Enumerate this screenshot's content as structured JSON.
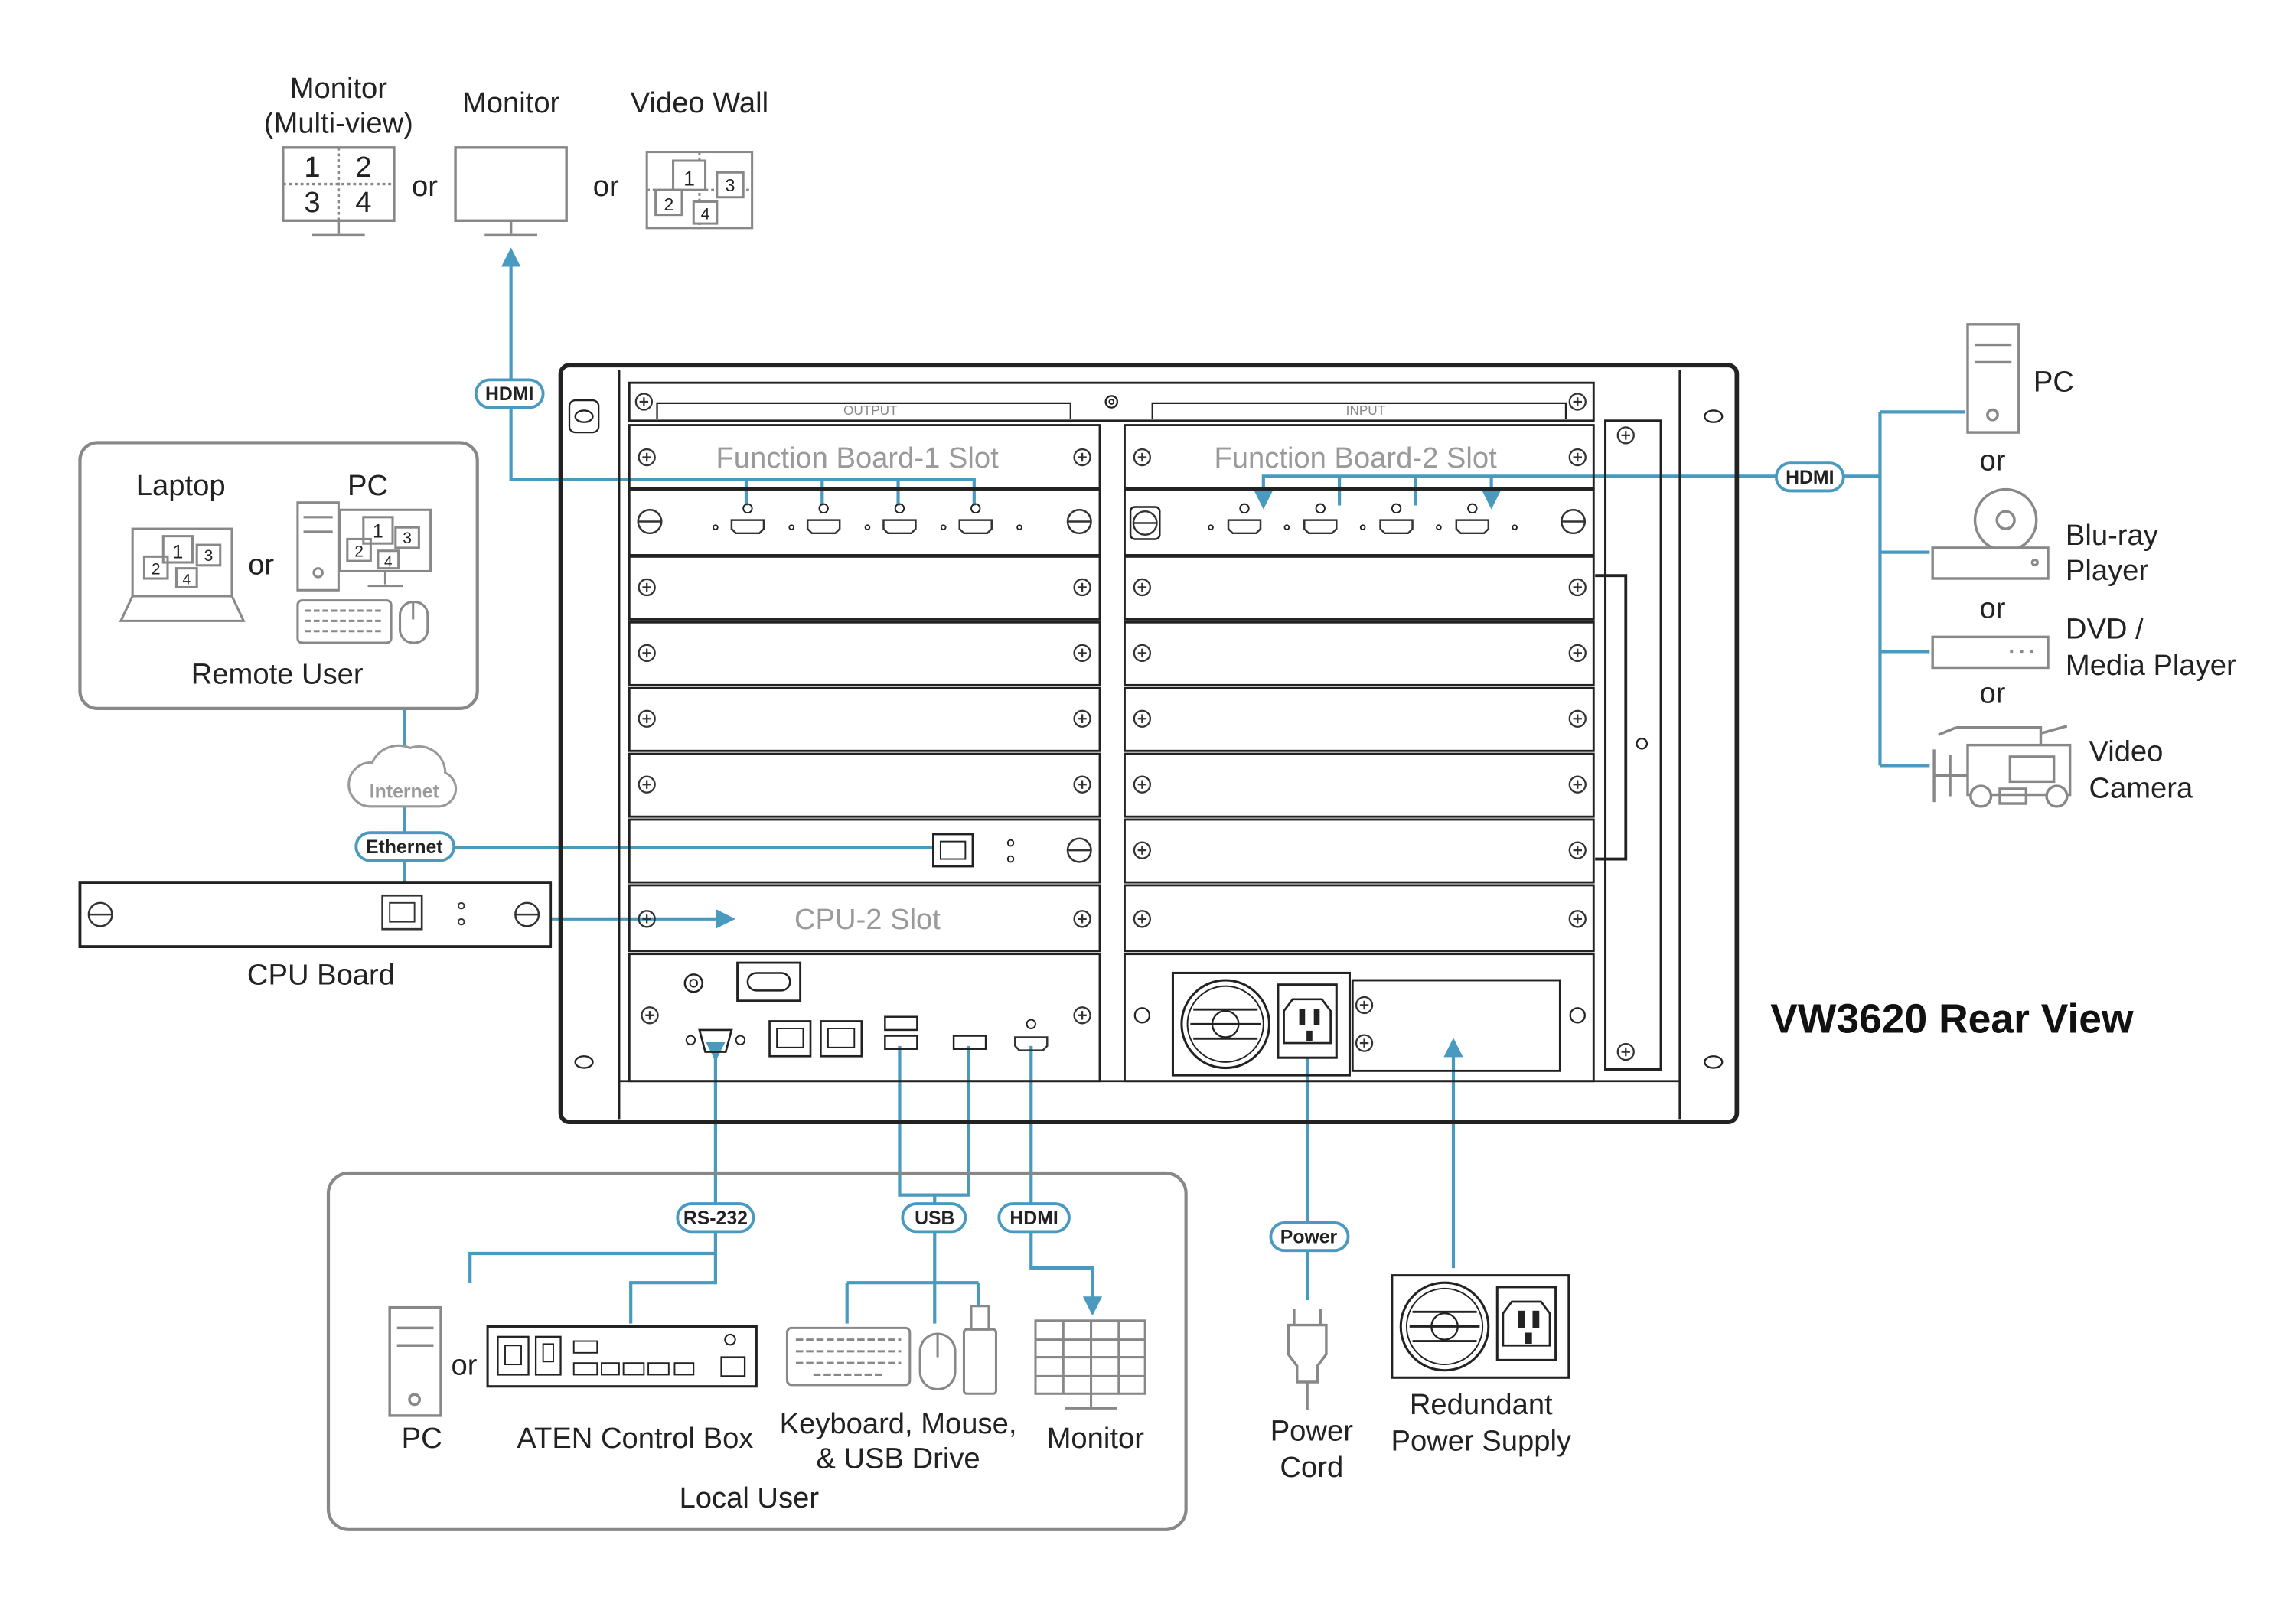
{
  "title": "VW3620 Rear View",
  "top_labels": {
    "monitor_multiview": [
      "Monitor",
      "(Multi-view)"
    ],
    "monitor": "Monitor",
    "video_wall": "Video Wall",
    "or1": "or",
    "or2": "or"
  },
  "chassis": {
    "output_label": "OUTPUT",
    "input_label": "INPUT",
    "fb1_label": "Function Board-1 Slot",
    "fb2_label": "Function Board-2 Slot",
    "cpu2_label": "CPU-2 Slot"
  },
  "remote_user": {
    "group_label": "Remote User",
    "laptop": "Laptop",
    "pc": "PC",
    "or": "or",
    "internet": "Internet"
  },
  "cpu_board": {
    "label": "CPU Board"
  },
  "sources": {
    "pc": "PC",
    "bluray": [
      "Blu-ray",
      "Player"
    ],
    "dvd": [
      "DVD /",
      "Media Player"
    ],
    "camera": [
      "Video",
      "Camera"
    ],
    "or": "or"
  },
  "local_user": {
    "group_label": "Local User",
    "pc": "PC",
    "or": "or",
    "control_box": "ATEN Control Box",
    "kbm": [
      "Keyboard, Mouse,",
      "& USB Drive"
    ],
    "monitor": "Monitor"
  },
  "power": {
    "cord": [
      "Power",
      "Cord"
    ],
    "redundant": [
      "Redundant",
      "Power Supply"
    ]
  },
  "connections": {
    "hdmi": "HDMI",
    "ethernet": "Ethernet",
    "rs232": "RS-232",
    "usb": "USB",
    "power": "Power"
  },
  "multiview_cells": [
    "1",
    "2",
    "3",
    "4"
  ],
  "colors": {
    "line": "#4a9ac0",
    "stroke": "#333333",
    "device": "#888888",
    "label_gray": "#9a9a9a"
  }
}
